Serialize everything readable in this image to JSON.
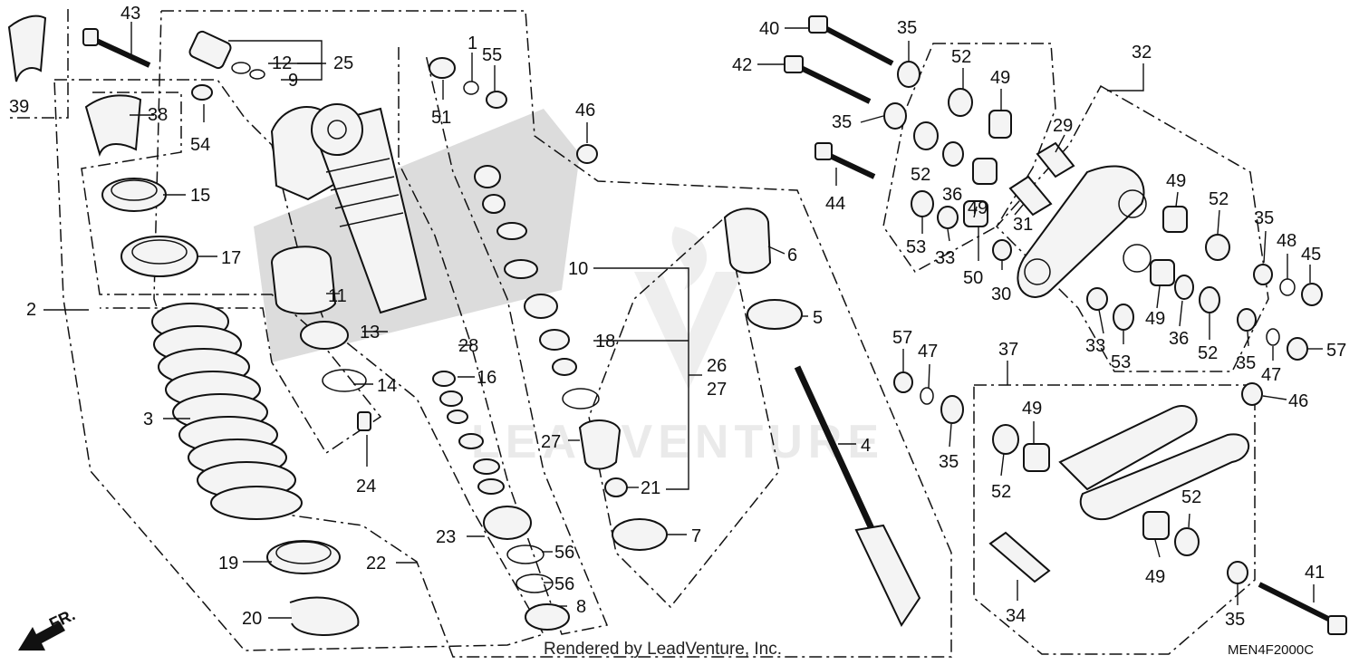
{
  "diagram": {
    "drawing_code": "MEN4F2000C",
    "credit": "Rendered by LeadVenture, Inc.",
    "watermark": "LEADVENTURE",
    "direction_label": "FR.",
    "callouts": [
      "1",
      "2",
      "3",
      "4",
      "5",
      "6",
      "7",
      "8",
      "9",
      "10",
      "11",
      "12",
      "13",
      "14",
      "15",
      "16",
      "17",
      "18",
      "19",
      "20",
      "21",
      "22",
      "23",
      "24",
      "25",
      "26",
      "27",
      "28",
      "29",
      "30",
      "31",
      "32",
      "33",
      "34",
      "35",
      "36",
      "37",
      "38",
      "39",
      "40",
      "41",
      "42",
      "43",
      "44",
      "45",
      "46",
      "47",
      "48",
      "49",
      "50",
      "51",
      "52",
      "53",
      "54",
      "55",
      "56",
      "57"
    ]
  }
}
